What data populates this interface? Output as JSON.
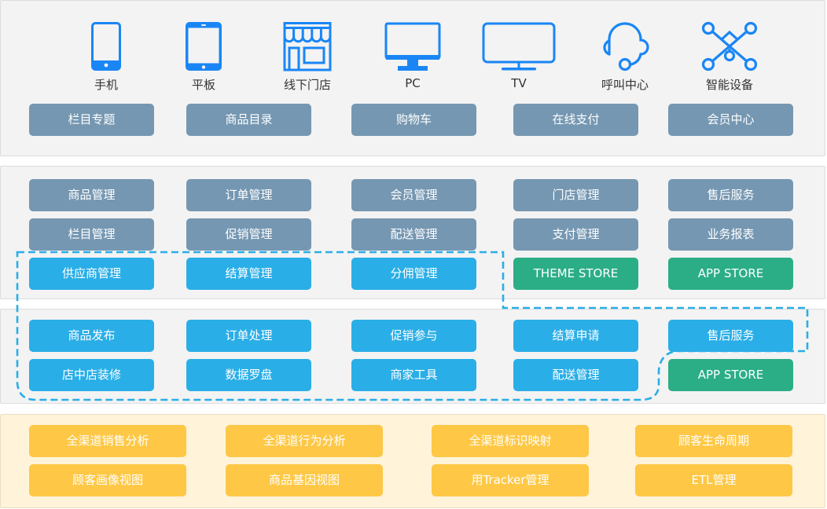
{
  "colors": {
    "icon_blue": "#1a86f5",
    "slate": "#7597b2",
    "blue": "#2aaee7",
    "green": "#2bae86",
    "yellow": "#fec846",
    "dashed_outline": "#2aaee7"
  },
  "channels": [
    {
      "label": "手机",
      "icon": "mobile-phone-icon"
    },
    {
      "label": "平板",
      "icon": "tablet-icon"
    },
    {
      "label": "线下门店",
      "icon": "storefront-icon"
    },
    {
      "label": "PC",
      "icon": "desktop-monitor-icon"
    },
    {
      "label": "TV",
      "icon": "tv-icon"
    },
    {
      "label": "呼叫中心",
      "icon": "headset-call-center-icon"
    },
    {
      "label": "智能设备",
      "icon": "smart-device-network-icon"
    }
  ],
  "frontend": {
    "modules": [
      "栏目专题",
      "商品目录",
      "购物车",
      "在线支付",
      "会员中心"
    ]
  },
  "platform": {
    "row1": [
      "商品管理",
      "订单管理",
      "会员管理",
      "门店管理",
      "售后服务"
    ],
    "row2": [
      "栏目管理",
      "促销管理",
      "配送管理",
      "支付管理",
      "业务报表"
    ],
    "row3": [
      "供应商管理",
      "结算管理",
      "分佣管理",
      "THEME STORE",
      "APP STORE"
    ]
  },
  "merchant": {
    "row1": [
      "商品发布",
      "订单处理",
      "促销参与",
      "结算申请",
      "售后服务"
    ],
    "row2": [
      "店中店装修",
      "数据罗盘",
      "商家工具",
      "配送管理",
      "APP STORE"
    ]
  },
  "analytics": {
    "row1": [
      "全渠道销售分析",
      "全渠道行为分析",
      "全渠道标识映射",
      "顾客生命周期"
    ],
    "row2": [
      "顾客画像视图",
      "商品基因视图",
      "用Tracker管理",
      "ETL管理"
    ]
  }
}
